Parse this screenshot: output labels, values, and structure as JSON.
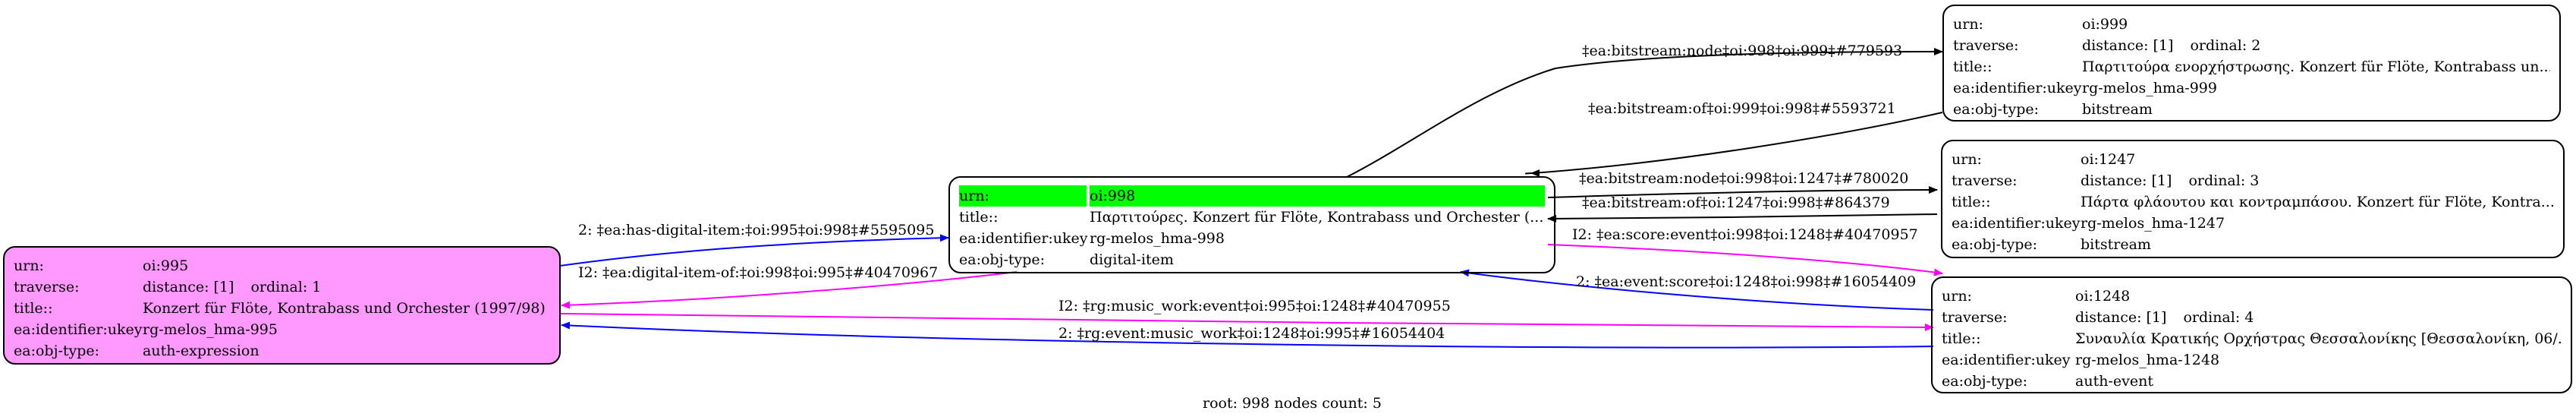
{
  "nodes": {
    "n995": {
      "urn_key": "urn:",
      "urn": "oi:995",
      "traverse_key": "traverse:",
      "distance": "distance: [1]",
      "ordinal": "ordinal: 1",
      "title_key": "title::",
      "title": "Konzert für Flöte, Kontrabass und Orchester (1997/98)",
      "ukey_key": "ea:identifier:ukey",
      "ukey": "rg-melos_hma-995",
      "type_key": "ea:obj-type:",
      "type": "auth-expression"
    },
    "n998": {
      "urn_key": "urn:",
      "urn": "oi:998",
      "title_key": "title::",
      "title": "Παρτιτούρες. Konzert für Flöte, Kontrabass und Orchester (...",
      "ukey_key": "ea:identifier:ukey",
      "ukey": "rg-melos_hma-998",
      "type_key": "ea:obj-type:",
      "type": "digital-item"
    },
    "n999": {
      "urn_key": "urn:",
      "urn": "oi:999",
      "traverse_key": "traverse:",
      "distance": "distance: [1]",
      "ordinal": "ordinal: 2",
      "title_key": "title::",
      "title": "Παρτιτούρα ενορχήστρωσης. Konzert für Flöte, Kontrabass un...",
      "ukey_key": "ea:identifier:ukey",
      "ukey": "rg-melos_hma-999",
      "type_key": "ea:obj-type:",
      "type": "bitstream"
    },
    "n1247": {
      "urn_key": "urn:",
      "urn": "oi:1247",
      "traverse_key": "traverse:",
      "distance": "distance: [1]",
      "ordinal": "ordinal: 3",
      "title_key": "title::",
      "title": "Πάρτα φλάουτου και κοντραμπάσου. Konzert für Flöte, Kontra...",
      "ukey_key": "ea:identifier:ukey",
      "ukey": "rg-melos_hma-1247",
      "type_key": "ea:obj-type:",
      "type": "bitstream"
    },
    "n1248": {
      "urn_key": "urn:",
      "urn": "oi:1248",
      "traverse_key": "traverse:",
      "distance": "distance: [1]",
      "ordinal": "ordinal: 4",
      "title_key": "title::",
      "title": "Συναυλία Κρατικής Ορχήστρας Θεσσαλονίκης [Θεσσαλονίκη, 06/...",
      "ukey_key": "ea:identifier:ukey",
      "ukey": "rg-melos_hma-1248",
      "type_key": "ea:obj-type:",
      "type": "auth-event"
    }
  },
  "edges": {
    "e1": "‡ea:bitstream:node‡oi:998‡oi:999‡#779593",
    "e2": "‡ea:bitstream:of‡oi:999‡oi:998‡#5593721",
    "e3": "‡ea:bitstream:node‡oi:998‡oi:1247‡#780020",
    "e4": "‡ea:bitstream:of‡oi:1247‡oi:998‡#864379",
    "e5": "I2: ‡ea:score:event‡oi:998‡oi:1248‡#40470957",
    "e6": "2: ‡ea:event:score‡oi:1248‡oi:998‡#16054409",
    "e7": "2: ‡ea:has-digital-item:‡oi:995‡oi:998‡#5595095",
    "e8": "I2: ‡ea:digital-item-of:‡oi:998‡oi:995‡#40470967",
    "e9": "I2: ‡rg:music_work:event‡oi:995‡oi:1248‡#40470955",
    "e10": "2: ‡rg:event:music_work‡oi:1248‡oi:995‡#16054404"
  },
  "footer": "root: 998 nodes count: 5",
  "colors": {
    "root_fill": "#ff99ff",
    "highlight": "#00ff00",
    "edge_black": "#000000",
    "edge_blue": "#0000ff",
    "edge_magenta": "#ff00ff"
  }
}
